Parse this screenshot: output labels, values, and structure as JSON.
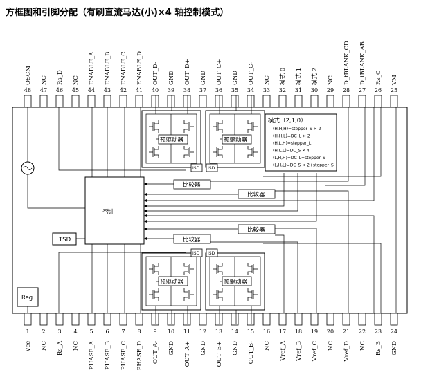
{
  "title": "方框图和引脚分配（有刷直流马达(小)×4 轴控制模式）",
  "pins_top": [
    {
      "num": "48",
      "name": "OSCM"
    },
    {
      "num": "47",
      "name": "NC"
    },
    {
      "num": "46",
      "name": "Rs_D"
    },
    {
      "num": "45",
      "name": "NC"
    },
    {
      "num": "44",
      "name": "ENABLE_A"
    },
    {
      "num": "43",
      "name": "ENABLE_B"
    },
    {
      "num": "42",
      "name": "ENABLE_C"
    },
    {
      "num": "41",
      "name": "ENABLE_D"
    },
    {
      "num": "40",
      "name": "OUT_D-"
    },
    {
      "num": "39",
      "name": "GND"
    },
    {
      "num": "38",
      "name": "OUT_D+"
    },
    {
      "num": "37",
      "name": "GND"
    },
    {
      "num": "36",
      "name": "OUT_C+"
    },
    {
      "num": "35",
      "name": "GND"
    },
    {
      "num": "34",
      "name": "OUT_C-"
    },
    {
      "num": "33",
      "name": "NC"
    },
    {
      "num": "32",
      "name": "模式 0"
    },
    {
      "num": "31",
      "name": "模式 1"
    },
    {
      "num": "30",
      "name": "模式 2"
    },
    {
      "num": "29",
      "name": "NC"
    },
    {
      "num": "28",
      "name": "D_tBLANK_CD"
    },
    {
      "num": "27",
      "name": "D_tBLANK_AB"
    },
    {
      "num": "26",
      "name": "Rs_C"
    },
    {
      "num": "25",
      "name": "VM"
    }
  ],
  "pins_bottom": [
    {
      "num": "1",
      "name": "Vcc"
    },
    {
      "num": "2",
      "name": "NC"
    },
    {
      "num": "3",
      "name": "Rs_A"
    },
    {
      "num": "4",
      "name": "NC"
    },
    {
      "num": "5",
      "name": "PHASE_A"
    },
    {
      "num": "6",
      "name": "PHASE_B"
    },
    {
      "num": "7",
      "name": "PHASE_C"
    },
    {
      "num": "8",
      "name": "PHASE_D"
    },
    {
      "num": "9",
      "name": "OUT_A-"
    },
    {
      "num": "10",
      "name": "GND"
    },
    {
      "num": "11",
      "name": "OUT_A+"
    },
    {
      "num": "12",
      "name": "GND"
    },
    {
      "num": "13",
      "name": "OUT_B+"
    },
    {
      "num": "14",
      "name": "GND"
    },
    {
      "num": "15",
      "name": "OUT_B-"
    },
    {
      "num": "16",
      "name": "NC"
    },
    {
      "num": "17",
      "name": "Vref_A"
    },
    {
      "num": "18",
      "name": "Vref_B"
    },
    {
      "num": "19",
      "name": "Vref_C"
    },
    {
      "num": "20",
      "name": "NC"
    },
    {
      "num": "21",
      "name": "Vref_D"
    },
    {
      "num": "22",
      "name": "NC"
    },
    {
      "num": "23",
      "name": "Rs_B"
    },
    {
      "num": "24",
      "name": "GND"
    }
  ],
  "blocks": {
    "control": "控制",
    "tsd": "TSD",
    "reg": "Reg",
    "predriver": "预驱动器",
    "isd": "ISD",
    "comparator": "比较器"
  },
  "mode_table": {
    "title": "模式（2,1,0）",
    "rows": [
      "(H,H,H)=stepper_S × 2",
      "(H,H,L)=DC_L × 2",
      "(H,L,H)=stepper_L",
      "(H,L,L)=DC_S × 4",
      "(L,H,H)=DC_L+stepper_S",
      "(L,H,L)=DC_S × 2+stepper_S"
    ]
  }
}
